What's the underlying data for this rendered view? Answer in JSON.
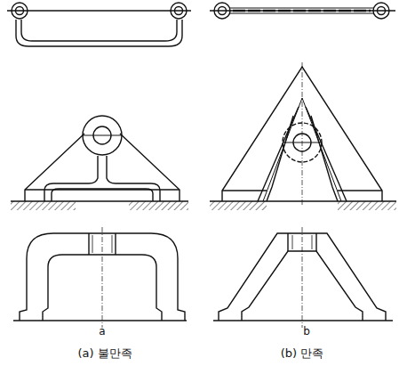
{
  "diagram": {
    "labels": [
      "a",
      "b",
      "(a) 불만족",
      "(b) 만족"
    ]
  }
}
